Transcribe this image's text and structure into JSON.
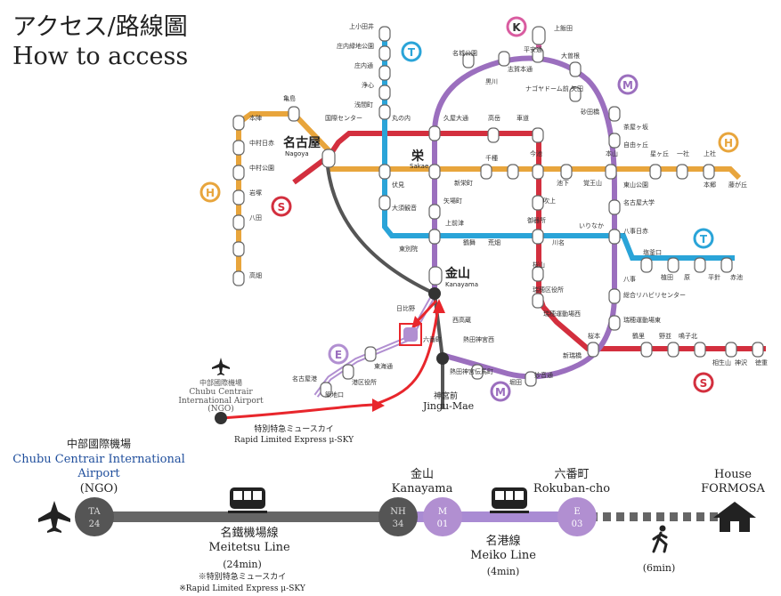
{
  "title": {
    "ja": "アクセス/路線圖",
    "en": "How to access"
  },
  "colors": {
    "higashiyama": "#e8a53c",
    "sakuradori": "#d32f3e",
    "tsurumai": "#2aa4d8",
    "meijo": "#9b6fbe",
    "meiko": "#b18fd1",
    "meitetsu": "#555555",
    "route_arrow": "#e8262c",
    "route_line_gray": "#666666",
    "route_line_purple": "#a98bd3"
  },
  "line_badges": {
    "k": "K",
    "t": "T",
    "m": "M",
    "h": "H",
    "s": "S",
    "e": "E"
  },
  "map": {
    "stations": {
      "nagoya": {
        "ja": "名古屋",
        "en": "Nagoya"
      },
      "sakae": {
        "ja": "栄",
        "en": "Sakae"
      },
      "kanayama": {
        "ja": "金山",
        "en": "Kanayama"
      },
      "jingumae": {
        "ja": "神宮前",
        "en": "Jingu-Mae"
      },
      "airport": {
        "ja": "中部國際機場",
        "en": "Chubu Centrair",
        "en2": "International Airport",
        "code": "(NGO)"
      },
      "honjin": "本陣",
      "nakamura": "中村日赤",
      "nakamurakoen": "中村公園",
      "iwatsuka": "岩塚",
      "hatta": "八田",
      "takabata": "高畑",
      "kamejima": "亀島",
      "kokusai": "国際センター",
      "marunouchi": "丸の内",
      "hisaya": "久屋大通",
      "takaoka": "高岳",
      "kurumamichi": "車道",
      "imaike": "今池",
      "ikeshita": "池下",
      "kakuozan": "覚王山",
      "motoyama": "本山",
      "hoshigaoka": "星ヶ丘",
      "issha": "一社",
      "kamiyashiro": "上社",
      "hongo": "本郷",
      "fujigaoka": "藤が丘",
      "fushimi": "伏見",
      "osu": "大須観音",
      "kamimaezu": "上前津",
      "yabacho": "矢場町",
      "shinsakae": "新栄町",
      "chikusa": "千種",
      "fukiage": "吹上",
      "gokiso": "御器所",
      "kawana": "川名",
      "irinaka": "いりなか",
      "yagoto": "八事",
      "tsurumai": "鶴舞",
      "arahata": "荒畑",
      "higashibetsuin": "東別院",
      "sakurayama": "桜山",
      "mizuho": "瑞穂区役所",
      "mizuhoundo": "瑞穂運動場西",
      "aratama": "新瑞橋",
      "sakuramoto": "桜本",
      "kamiotai": "上小田井",
      "shonai": "庄内緑地公園",
      "shonaidori": "庄内通",
      "joshin": "浄心",
      "sengen": "浅間町",
      "meijokoen": "名城公園",
      "kurokawa": "黒川",
      "shiga": "志賀本通",
      "heian": "平安通",
      "ozone": "大曽根",
      "nagoyadome": "ナゴヤドーム前 矢田",
      "sunada": "砂田橋",
      "chayagasaka": "茶屋ヶ坂",
      "jiyugaoka": "自由ヶ丘",
      "higashiyamakoen": "東山公園",
      "nagoyadaigaku": "名古屋大学",
      "yagotonisseki": "八事日赤",
      "shiogamaguchi": "塩釜口",
      "ueda": "植田",
      "hara": "原",
      "hirabari": "平針",
      "akaike": "赤池",
      "sogoriha": "総合リハビリセンター",
      "mizuhoundohigashi": "瑞穂運動場東",
      "myoonji": "妙音通",
      "horita": "堀田",
      "atsutajingu": "熱田神宮伝馬町",
      "nishitakakura": "西高蔵",
      "atsutajinguhigashi": "熱田神宮西",
      "hibino": "日比野",
      "rokubancho": "六番町",
      "tokaidori": "東海通",
      "minatokuyakusho": "港区役所",
      "tsukijiguchi": "築地口",
      "nagoyako": "名古屋港",
      "tsurusato": "鶴里",
      "nonami": "野並",
      "narumi": "鳴子北",
      "aioiyama": "相生山",
      "kamiyashiro2": "神沢",
      "tokushige": "徳重",
      "kamiiida": "上飯田",
      "heianDori": "平安通",
      "tashiro": "大曽根"
    },
    "route_label": {
      "ja": "特別特急ミュースカイ",
      "en": "Rapid Limited Express μ-SKY"
    }
  },
  "route": {
    "airport": {
      "ja": "中部國際機場",
      "en1": "Chubu Centrair International",
      "en2": "Airport",
      "code": "(NGO)",
      "station_code": "TA",
      "station_num": "24"
    },
    "kanayama": {
      "ja": "金山",
      "en": "Kanayama",
      "nh_code": "NH",
      "nh_num": "34",
      "m_code": "M",
      "m_num": "01"
    },
    "rokuban": {
      "ja": "六番町",
      "en": "Rokuban-cho",
      "e_code": "E",
      "e_num": "03"
    },
    "house": {
      "en1": "House",
      "en2": "FORMOSA"
    },
    "meitetsu": {
      "ja": "名鐵機場線",
      "en": "Meitetsu Line",
      "time": "(24min)",
      "note_ja": "※特別特急ミュースカイ",
      "note_en": "※Rapid Limited Express μ-SKY"
    },
    "meiko": {
      "ja": "名港線",
      "en": "Meiko Line",
      "time": "(4min)"
    },
    "walk": {
      "time": "(6min)"
    }
  }
}
